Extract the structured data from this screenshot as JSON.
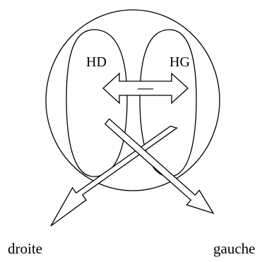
{
  "hemispheres": {
    "right_label": "HD",
    "left_label": "HG"
  },
  "exchange_symbol": "—",
  "directions": {
    "right": "droite",
    "left": "gauche"
  },
  "colors": {
    "stroke": "#000000",
    "fill": "#ffffff",
    "text": "#000000"
  }
}
